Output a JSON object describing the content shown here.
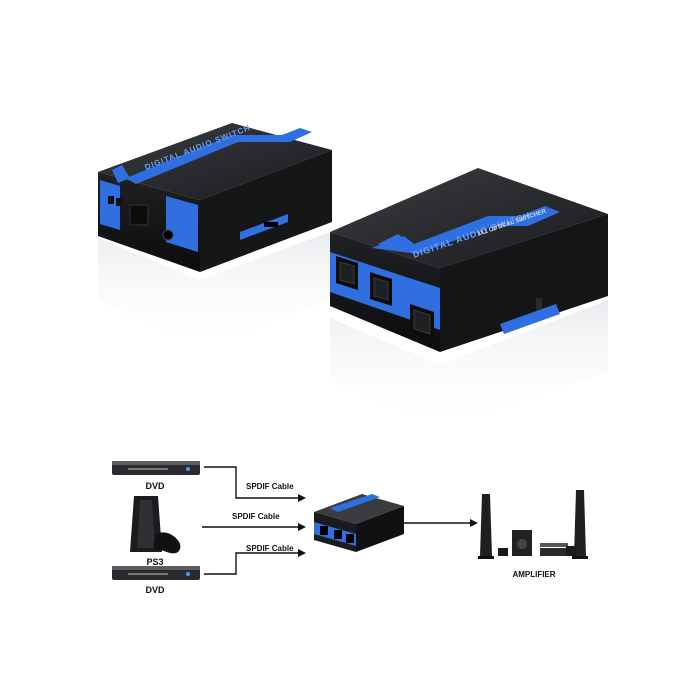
{
  "product": {
    "box_title": "DIGITAL AUDIO SWITCH",
    "box_subtitle": "3X1 OPTICAL SWITCHER"
  },
  "diagram": {
    "sources": [
      {
        "label": "DVD",
        "icon": "dvd-player-icon"
      },
      {
        "label": "PS3",
        "icon": "game-console-icon"
      },
      {
        "label": "DVD",
        "icon": "dvd-player-icon"
      }
    ],
    "cables": [
      "SPDIF Cable",
      "SPDIF Cable",
      "SPDIF Cable"
    ],
    "output": {
      "label": "AMPLIFIER",
      "icon": "home-theater-icon"
    }
  },
  "colors": {
    "accent_blue": "#2f6fe0",
    "body_black": "#1c1d1f",
    "background": "#ffffff"
  }
}
